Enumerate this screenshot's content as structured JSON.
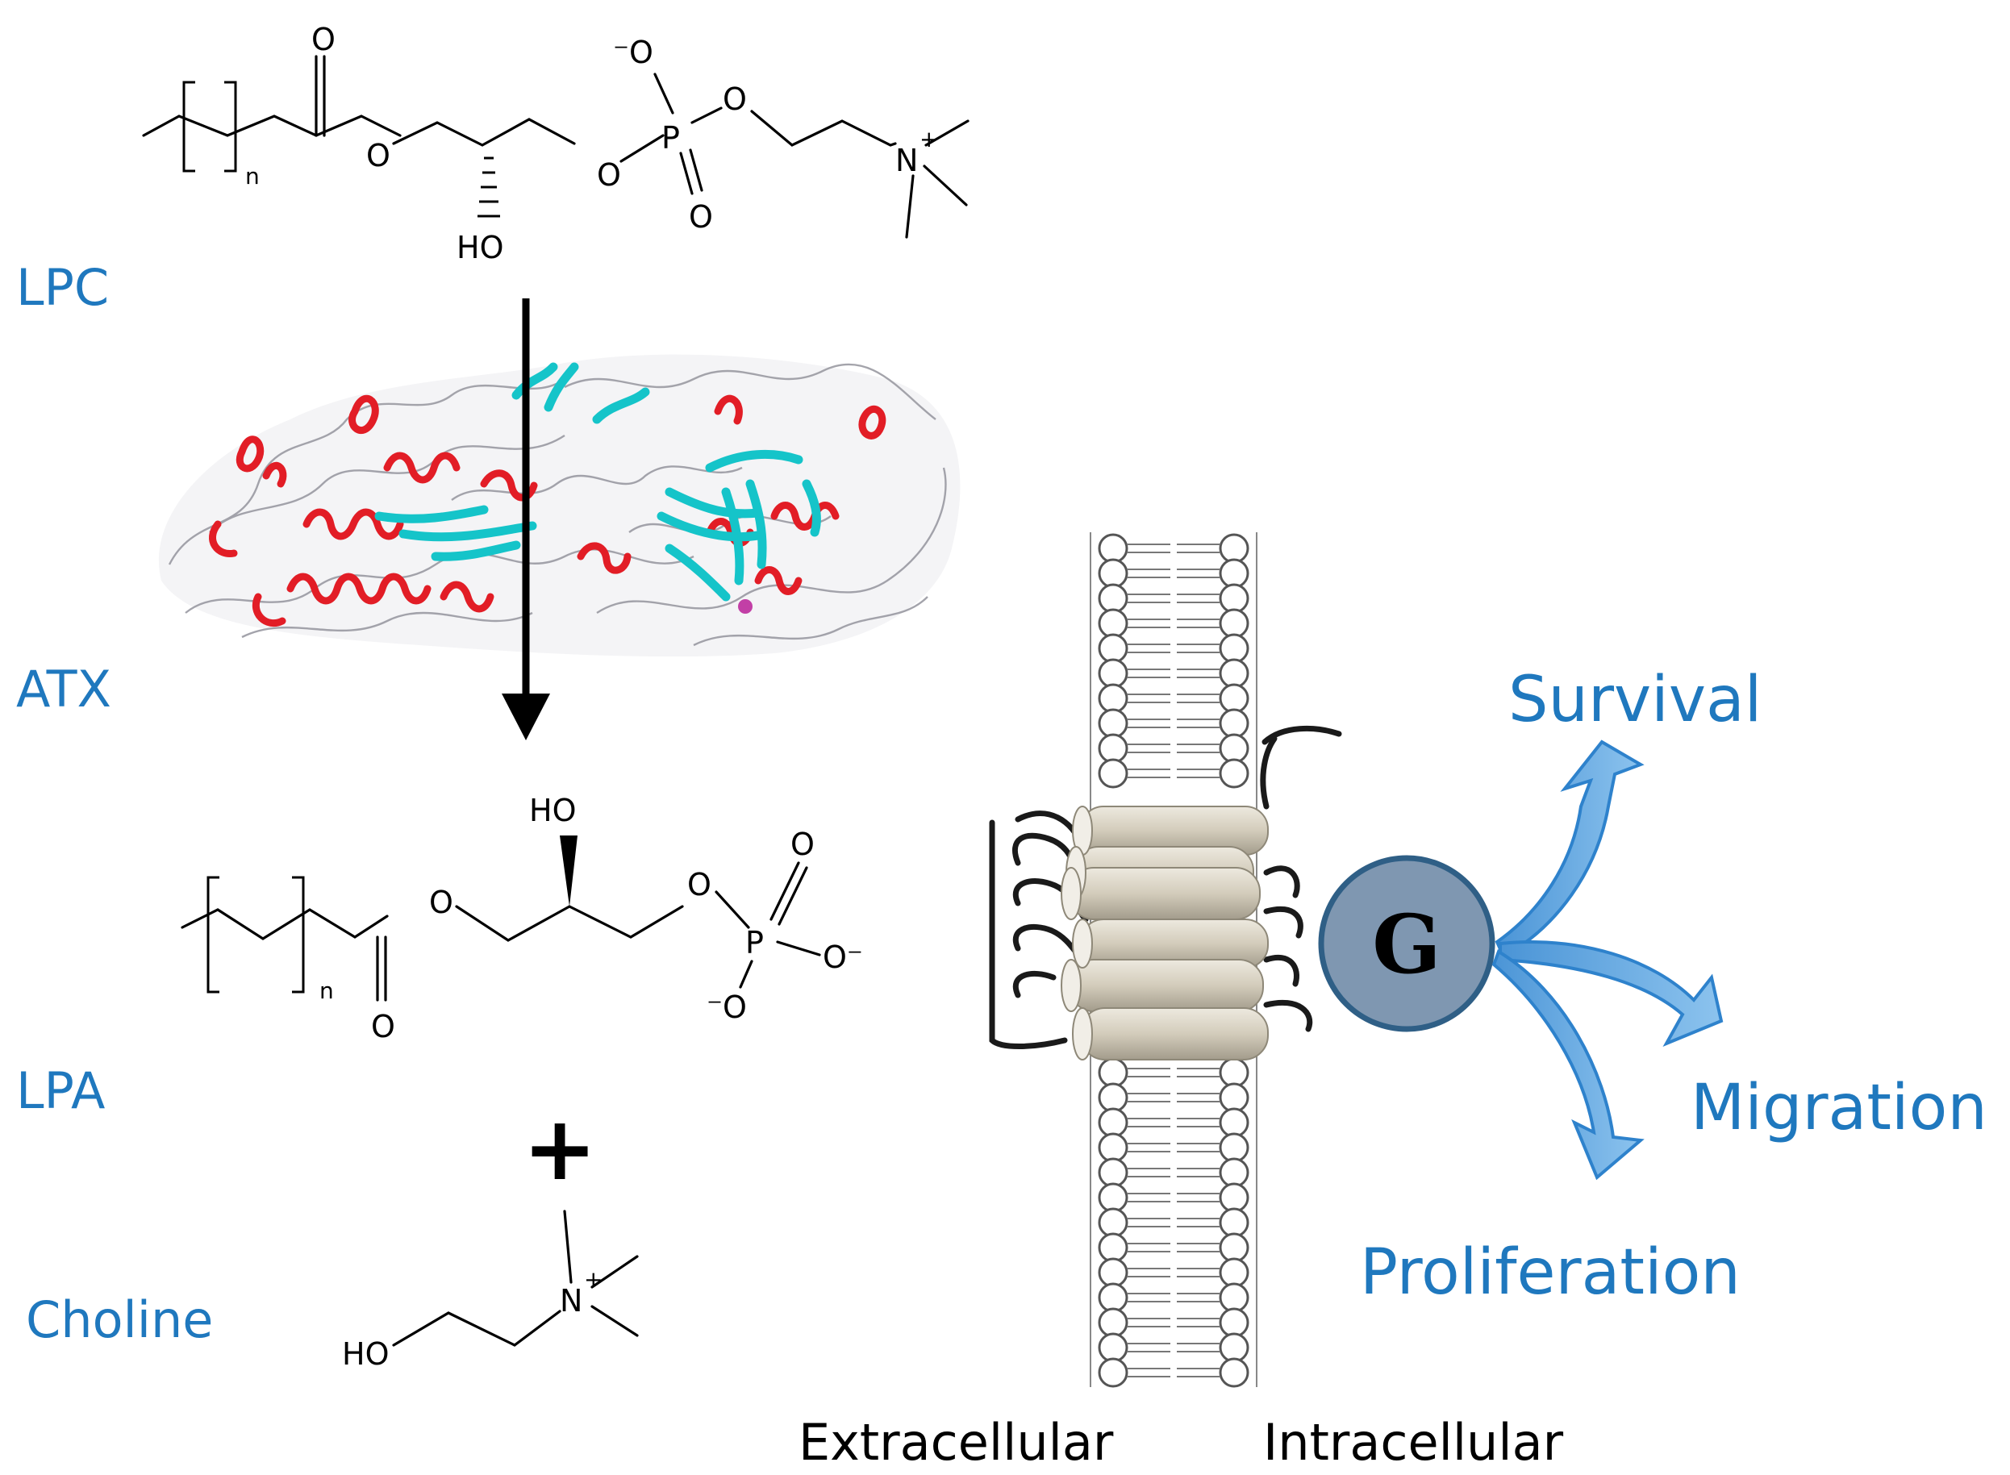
{
  "labels": {
    "lpc": "LPC",
    "atx": "ATX",
    "lpa": "LPA",
    "choline": "Choline",
    "plus": "+"
  },
  "outcomes": {
    "survival": "Survival",
    "migration": "Migration",
    "proliferation": "Proliferation"
  },
  "g_protein": "G",
  "sides": {
    "extracellular": "Extracellular",
    "intracellular": "Intracellular"
  },
  "atoms": {
    "oxygen": "O",
    "oxygen_anion": "⁻O",
    "oxygen_anion_right": "O⁻",
    "phosphorus": "P",
    "nitrogen_cation": "N",
    "plus_charge": "+",
    "hydroxyl": "HO",
    "repeat_n": "n"
  },
  "colors": {
    "label_blue": "#1F78BE",
    "arrow_blue": "#5BA3DD",
    "g_fill": "#7F97B1",
    "g_stroke": "#2F5F86",
    "helix_red": "#E21D26",
    "sheet_cyan": "#15C4C9",
    "cylinder_beige": "#D9D3C4"
  }
}
